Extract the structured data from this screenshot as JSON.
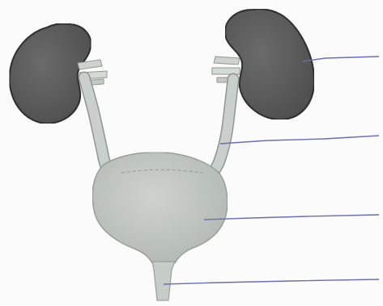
{
  "diagram": {
    "structures": [
      "left-kidney",
      "right-kidney",
      "left-ureter",
      "right-ureter",
      "urinary-bladder",
      "urethra"
    ],
    "label_lines": [
      {
        "points_to": "right-kidney",
        "label_text": ""
      },
      {
        "points_to": "right-ureter",
        "label_text": ""
      },
      {
        "points_to": "urinary-bladder",
        "label_text": ""
      },
      {
        "points_to": "urethra",
        "label_text": ""
      }
    ],
    "colors": {
      "background": "#fbfbfb",
      "kidney": "#5f5f5f",
      "kidney_outline": "#2e2e2e",
      "tube": "#c9cfcc",
      "tube_outline": "#8f9692",
      "bladder": "#c2c8c4",
      "leader_line": "#6a6fb3"
    }
  }
}
